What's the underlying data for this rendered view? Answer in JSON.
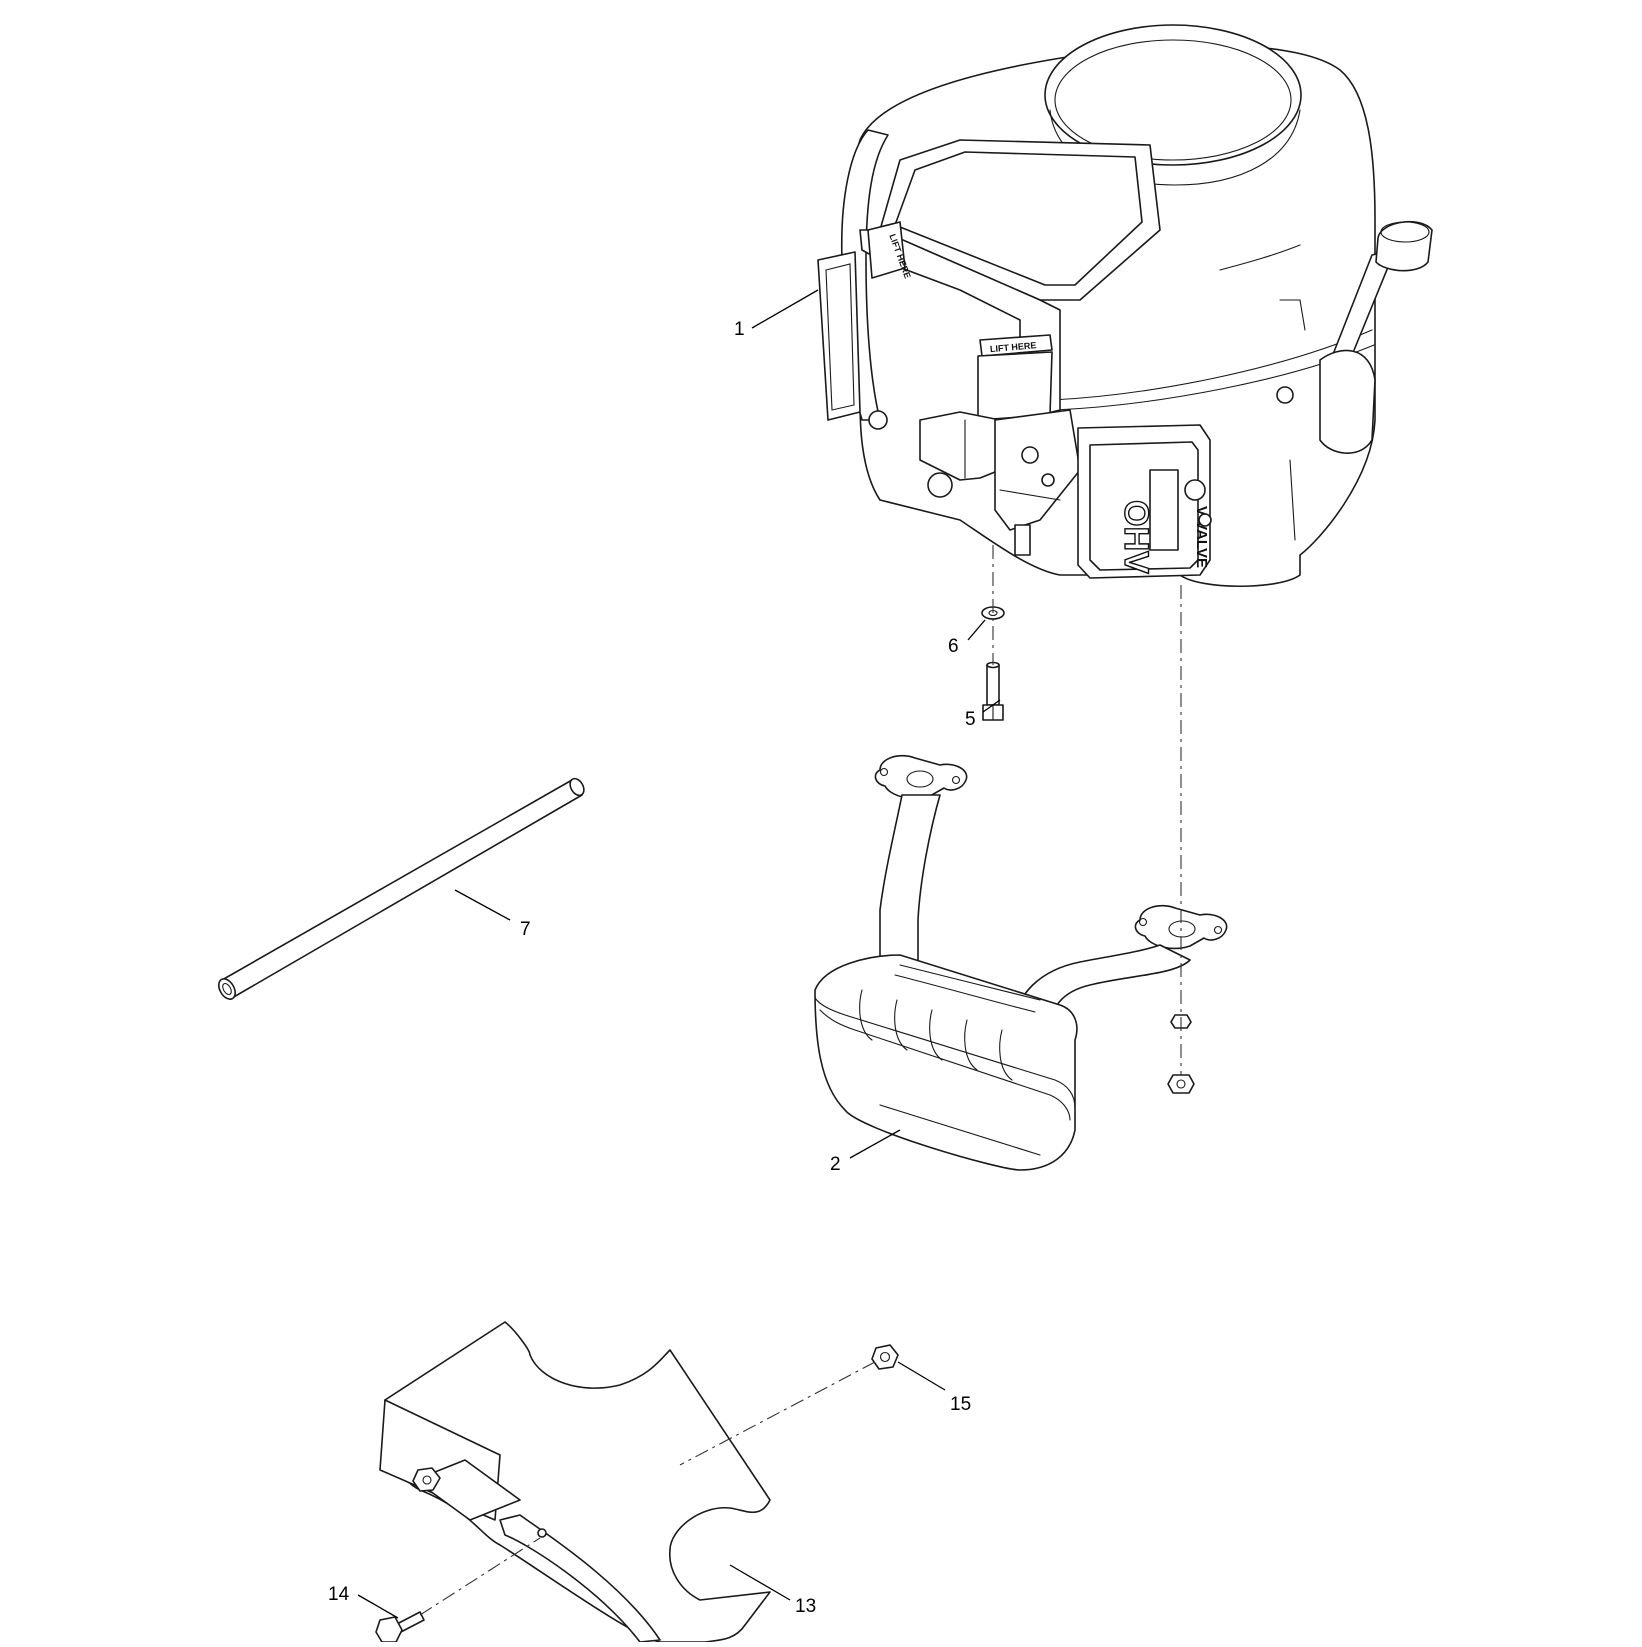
{
  "diagram": {
    "engine": {
      "valve_cover_text": "OHV",
      "valve_cover_subtext": "V-VALVE",
      "lift_label": "LIFT HERE"
    },
    "callouts": [
      {
        "id": "1",
        "part": "engine"
      },
      {
        "id": "2",
        "part": "muffler"
      },
      {
        "id": "5",
        "part": "bolt"
      },
      {
        "id": "6",
        "part": "washer"
      },
      {
        "id": "7",
        "part": "tube"
      },
      {
        "id": "13",
        "part": "heat-shield"
      },
      {
        "id": "14",
        "part": "bolt"
      },
      {
        "id": "15",
        "part": "nut"
      }
    ]
  }
}
